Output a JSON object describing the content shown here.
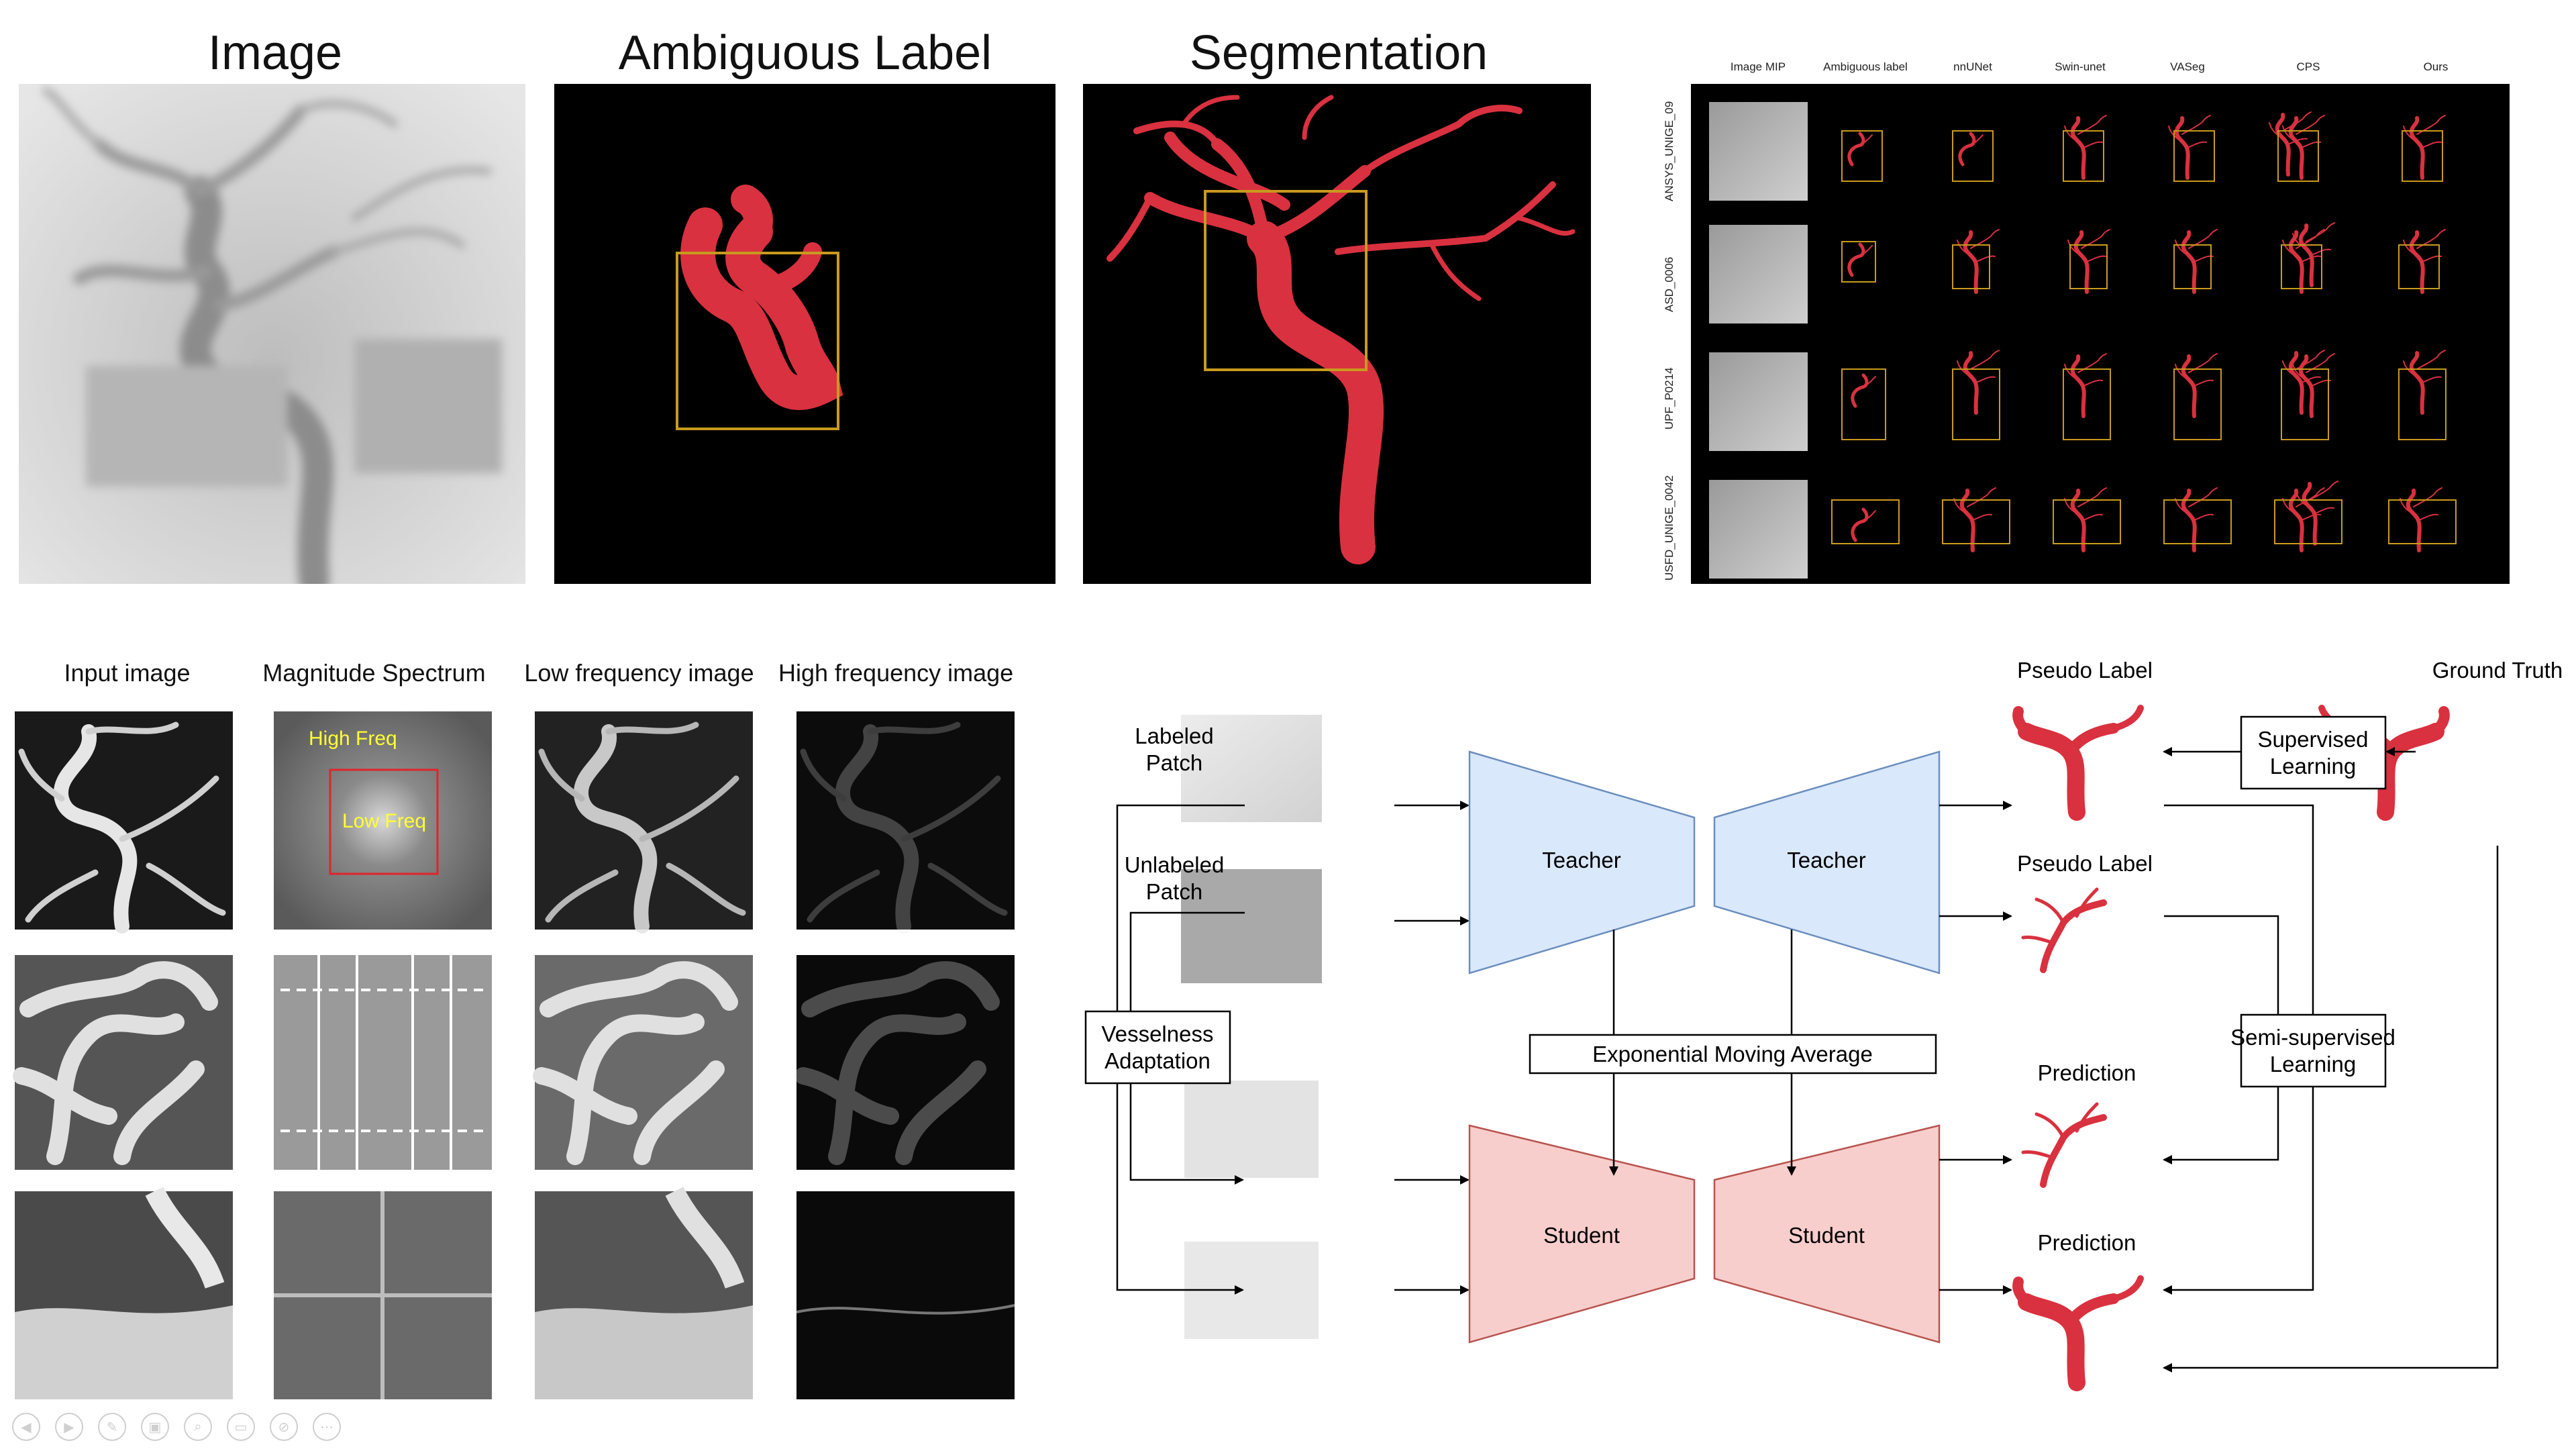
{
  "top_left": {
    "titles": [
      "Image",
      "Ambiguous Label",
      "Segmentation"
    ]
  },
  "comparison": {
    "columns": [
      "Image MIP",
      "Ambiguous label",
      "nnUNet",
      "Swin-unet",
      "VASeg",
      "CPS",
      "Ours"
    ],
    "rows": [
      "ANSYS_UNIGE_09",
      "ASD_0006",
      "UPF_P0214",
      "USFD_UNIGE_0042"
    ]
  },
  "frequency": {
    "headers": [
      "Input image",
      "Magnitude Spectrum",
      "Low frequency image",
      "High frequency image"
    ],
    "spectrum_labels": {
      "high": "High Freq",
      "low": "Low Freq"
    }
  },
  "framework": {
    "labeled_patch": "Labeled\nPatch",
    "unlabeled_patch": "Unlabeled\nPatch",
    "vesselness": "Vesselness\nAdaptation",
    "teacher": "Teacher",
    "student": "Student",
    "ema": "Exponential Moving Average",
    "pseudo_label": "Pseudo Label",
    "prediction": "Prediction",
    "ground_truth": "Ground Truth",
    "supervised": "Supervised\nLearning",
    "semi_supervised": "Semi-supervised\nLearning"
  },
  "colors": {
    "vessel": "#d9313f",
    "box": "#c99a1e",
    "teacher": "#dae8fc",
    "student": "#f8cecc"
  },
  "toolbar_icons": [
    "back-icon",
    "play-icon",
    "pen-icon",
    "slides-icon",
    "zoom-icon",
    "subtitles-icon",
    "camera-off-icon",
    "more-icon"
  ]
}
